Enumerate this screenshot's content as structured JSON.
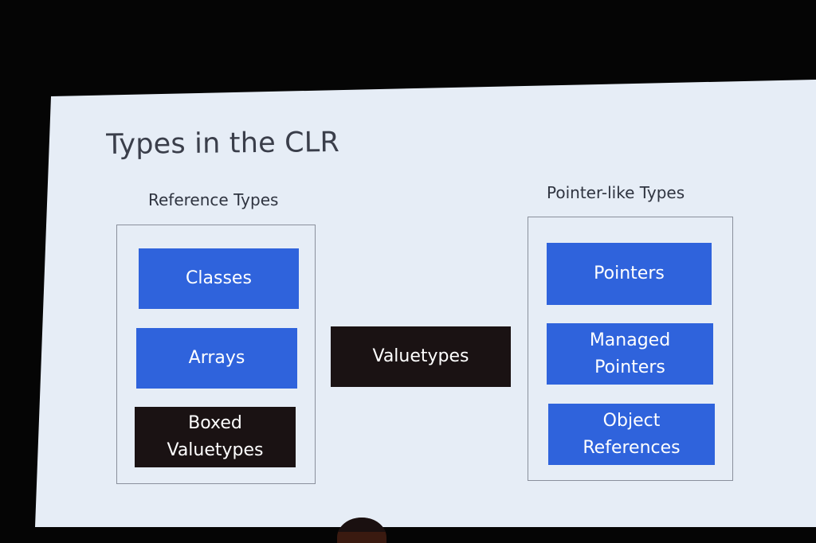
{
  "slide": {
    "title": "Types in the CLR"
  },
  "groups": {
    "reference": {
      "label": "Reference Types",
      "items": {
        "classes": "Classes",
        "arrays": "Arrays",
        "boxed_valuetypes": "Boxed\nValuetypes"
      }
    },
    "pointer_like": {
      "label": "Pointer-like Types",
      "items": {
        "pointers": "Pointers",
        "managed_pointers": "Managed\nPointers",
        "object_references": "Object\nReferences"
      }
    }
  },
  "standalone": {
    "valuetypes": "Valuetypes"
  },
  "colors": {
    "slide_background": "#e6edf6",
    "blue_tile": "#2f63dc",
    "dark_tile": "#1a1213",
    "tile_text": "#ffffff",
    "room_background": "#050505"
  }
}
